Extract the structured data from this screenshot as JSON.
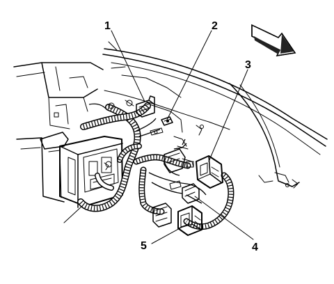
{
  "callouts": [
    {
      "id": "1",
      "label": "1"
    },
    {
      "id": "2",
      "label": "2"
    },
    {
      "id": "3",
      "label": "3"
    },
    {
      "id": "4",
      "label": "4"
    },
    {
      "id": "5",
      "label": "5"
    }
  ],
  "icons": {
    "front_arrow": "front-direction-arrow-icon"
  }
}
